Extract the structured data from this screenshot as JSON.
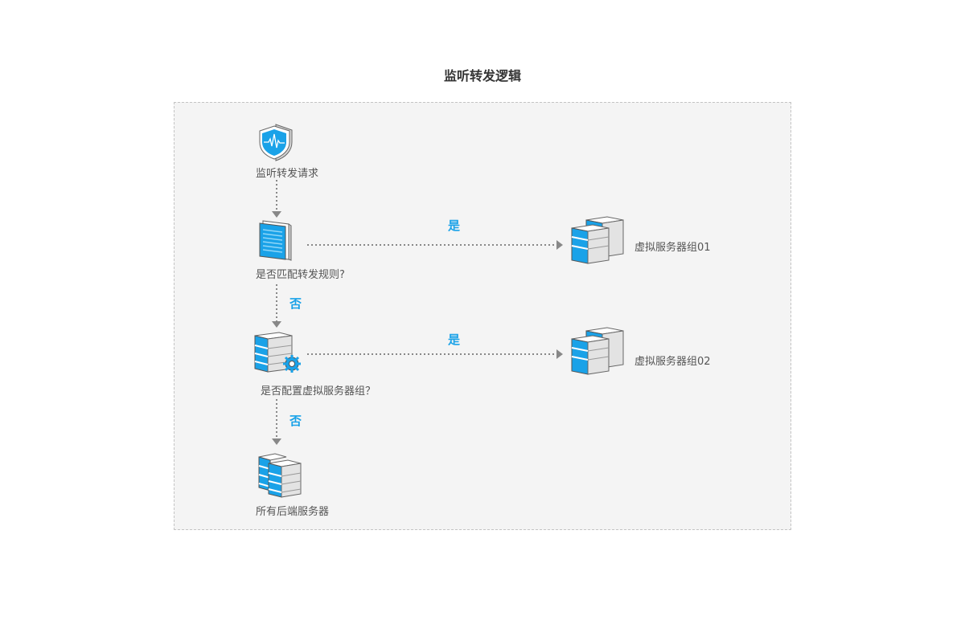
{
  "title": "监听转发逻辑",
  "nodes": {
    "listen": {
      "label": "监听转发请求",
      "icon": "shield-icon"
    },
    "rule_check": {
      "label": "是否匹配转发规则?",
      "icon": "document-icon"
    },
    "group_check": {
      "label": "是否配置虚拟服务器组？",
      "icon": "server-gear-icon"
    },
    "all_backends": {
      "label": "所有后端服务器",
      "icon": "server-cluster-icon"
    },
    "group01": {
      "label": "虚拟服务器组01",
      "icon": "server-stack-icon"
    },
    "group02": {
      "label": "虚拟服务器组02",
      "icon": "server-stack-icon"
    }
  },
  "edges": {
    "rule_yes": "是",
    "rule_no": "否",
    "group_yes": "是",
    "group_no": "否"
  },
  "colors": {
    "accent": "#1aa2e8",
    "panel_bg": "#f4f4f4",
    "arrow": "#888888"
  }
}
